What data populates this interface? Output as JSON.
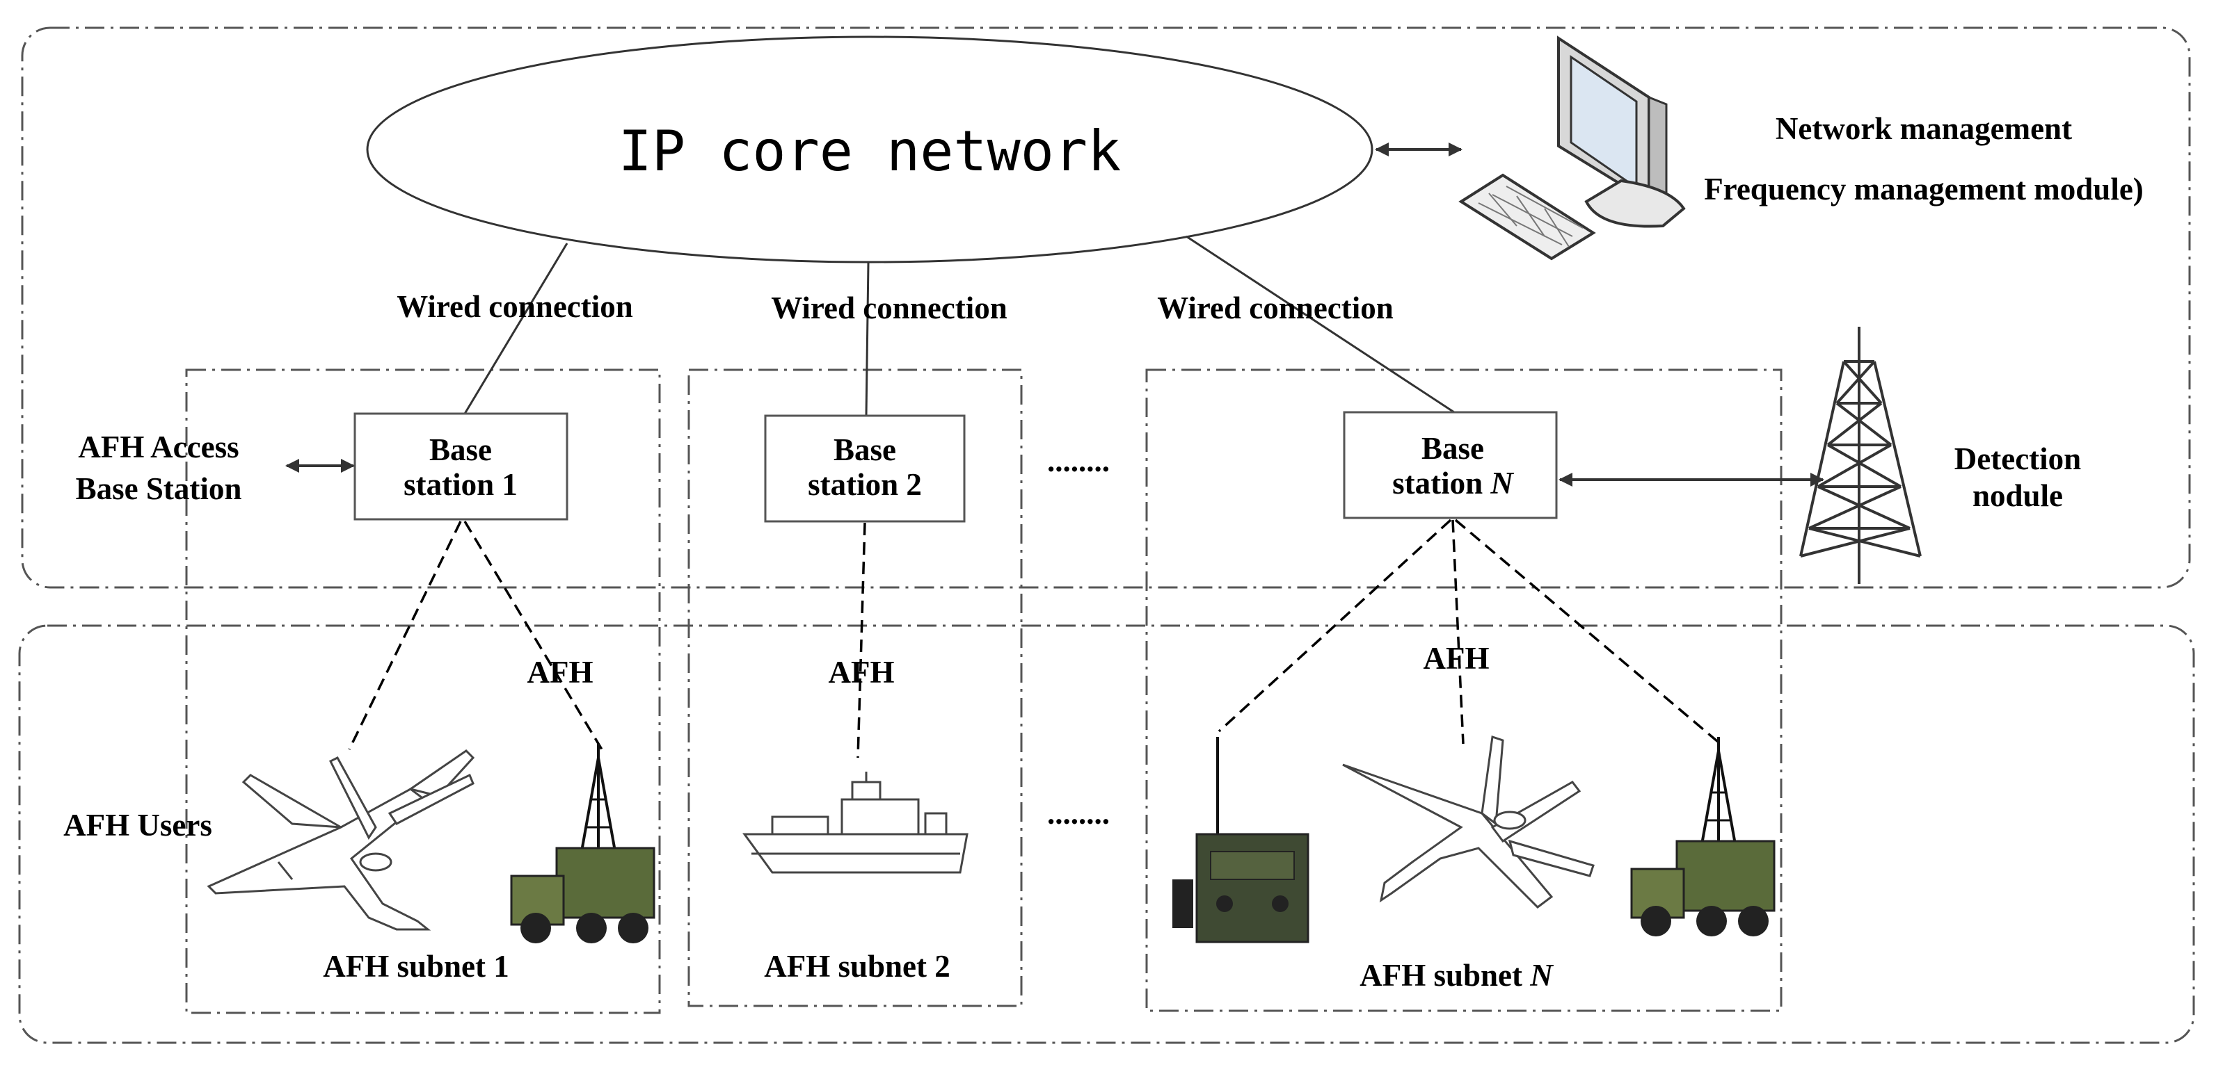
{
  "core_network": {
    "label": "IP core network"
  },
  "management": {
    "line1": "Network management",
    "line2": "Frequency management module)"
  },
  "wired_labels": [
    "Wired connection",
    "Wired connection",
    "Wired connection"
  ],
  "access": {
    "line1": "AFH Access",
    "line2": "Base Station"
  },
  "base_stations": [
    {
      "line1": "Base",
      "line2": "station 1"
    },
    {
      "line1": "Base",
      "line2": "station 2"
    },
    {
      "line1": "Base",
      "line2": "station ",
      "italic": "N"
    }
  ],
  "ellipsis": "........",
  "detection": {
    "line1": "Detection",
    "line2": "nodule"
  },
  "afh_labels": [
    "AFH",
    "AFH",
    "AFH"
  ],
  "users_label": "AFH Users",
  "subnets": [
    {
      "label": "AFH subnet 1",
      "italic": ""
    },
    {
      "label": "AFH subnet 2",
      "italic": ""
    },
    {
      "label": "AFH subnet ",
      "italic": "N"
    }
  ],
  "icons": [
    "computer-icon",
    "tower-icon",
    "aircraft-icon",
    "truck-icon",
    "ship-icon",
    "radio-icon"
  ],
  "colors": {
    "stroke": "#000000",
    "border": "#555555",
    "camo_green": "#5a6b3a"
  }
}
